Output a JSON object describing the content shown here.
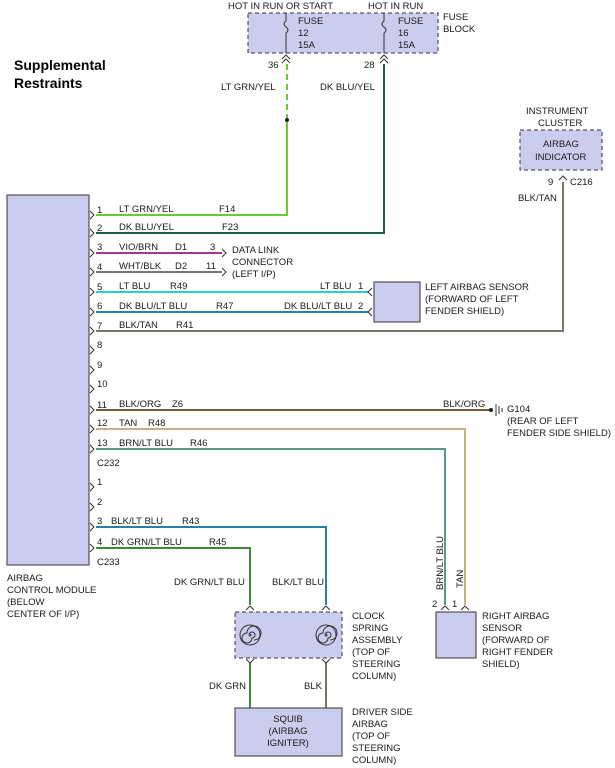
{
  "title": {
    "line1": "Supplemental",
    "line2": "Restraints"
  },
  "colors": {
    "lt_grn_yel": "#66cc33",
    "dk_blu_yel": "#1f5a4a",
    "vio_brn": "#aa3399",
    "whit_blk": "#777777",
    "lt_blu": "#33cccc",
    "dk_blu_lt_blu": "#2b7fa3",
    "blk_tan": "#777766",
    "blk_org": "#7a5a3a",
    "tan": "#c8b080",
    "brn_lt_blu": "#5a9a8a",
    "dk_grn": "#3a8a3a",
    "box_fill": "#ccccee"
  },
  "fuse_block": {
    "hot_left": "HOT IN RUN OR START",
    "hot_right": "HOT IN RUN",
    "fuse1": {
      "label": "FUSE",
      "num": "12",
      "amp": "15A"
    },
    "fuse2": {
      "label": "FUSE",
      "num": "16",
      "amp": "15A"
    },
    "name1": "FUSE",
    "name2": "BLOCK",
    "pin_left": "36",
    "pin_right": "28",
    "wire_left": "LT GRN/YEL",
    "wire_right": "DK BLU/YEL"
  },
  "instrument_cluster": {
    "name1": "INSTRUMENT",
    "name2": "CLUSTER",
    "box1": "AIRBAG",
    "box2": "INDICATOR",
    "pin": "9",
    "connector": "C216",
    "wire": "BLK/TAN"
  },
  "module": {
    "name": [
      "AIRBAG",
      "CONTROL MODULE",
      "(BELOW",
      "CENTER OF I/P)"
    ],
    "c232": "C232",
    "c233": "C233"
  },
  "c232_pins": [
    {
      "pin": "1",
      "wire": "LT GRN/YEL",
      "circuit": "F14"
    },
    {
      "pin": "2",
      "wire": "DK BLU/YEL",
      "circuit": "F23"
    },
    {
      "pin": "3",
      "wire": "VIO/BRN",
      "circuit": "D1"
    },
    {
      "pin": "4",
      "wire": "WHT/BLK",
      "circuit": "D2"
    },
    {
      "pin": "5",
      "wire": "LT BLU",
      "circuit": "R49"
    },
    {
      "pin": "6",
      "wire": "DK BLU/LT BLU",
      "circuit": "R47"
    },
    {
      "pin": "7",
      "wire": "BLK/TAN",
      "circuit": "R41"
    },
    {
      "pin": "8",
      "wire": "",
      "circuit": ""
    },
    {
      "pin": "9",
      "wire": "",
      "circuit": ""
    },
    {
      "pin": "10",
      "wire": "",
      "circuit": ""
    },
    {
      "pin": "11",
      "wire": "BLK/ORG",
      "circuit": "Z6"
    },
    {
      "pin": "12",
      "wire": "TAN",
      "circuit": "R48"
    },
    {
      "pin": "13",
      "wire": "BRN/LT BLU",
      "circuit": "R46"
    }
  ],
  "c233_pins": [
    {
      "pin": "1",
      "wire": "",
      "circuit": ""
    },
    {
      "pin": "2",
      "wire": "",
      "circuit": ""
    },
    {
      "pin": "3",
      "wire": "BLK/LT BLU",
      "circuit": "R43"
    },
    {
      "pin": "4",
      "wire": "DK GRN/LT BLU",
      "circuit": "R45"
    }
  ],
  "data_link": {
    "pin_a": "3",
    "pin_b": "11",
    "line1": "DATA LINK",
    "line2": "CONNECTOR",
    "line3": "(LEFT I/P)"
  },
  "left_sensor": {
    "pin1": "1",
    "pin2": "2",
    "wire1": "LT BLU",
    "wire2": "DK BLU/LT BLU",
    "name": [
      "LEFT AIRBAG SENSOR",
      "(FORWARD OF LEFT",
      "FENDER SHIELD)"
    ]
  },
  "ground": {
    "wire": "BLK/ORG",
    "name": [
      "G104",
      "(REAR OF LEFT",
      "FENDER SIDE SHIELD)"
    ]
  },
  "right_sensor": {
    "pin2": "2",
    "pin1": "1",
    "wire_brn": "BRN/LT BLU",
    "wire_tan": "TAN",
    "name": [
      "RIGHT AIRBAG",
      "SENSOR",
      "(FORWARD OF",
      "RIGHT FENDER",
      "SHIELD)"
    ]
  },
  "clock_spring": {
    "wire_left": "DK GRN/LT BLU",
    "wire_right": "BLK/LT BLU",
    "name": [
      "CLOCK",
      "SPRING",
      "ASSEMBLY",
      "(TOP OF",
      "STEERING",
      "COLUMN)"
    ],
    "out_left": "DK GRN",
    "out_right": "BLK"
  },
  "squib": {
    "box": [
      "SQUIB",
      "(AIRBAG",
      "IGNITER)"
    ],
    "name": [
      "DRIVER SIDE",
      "AIRBAG",
      "(TOP OF",
      "STEERING",
      "COLUMN)"
    ]
  }
}
